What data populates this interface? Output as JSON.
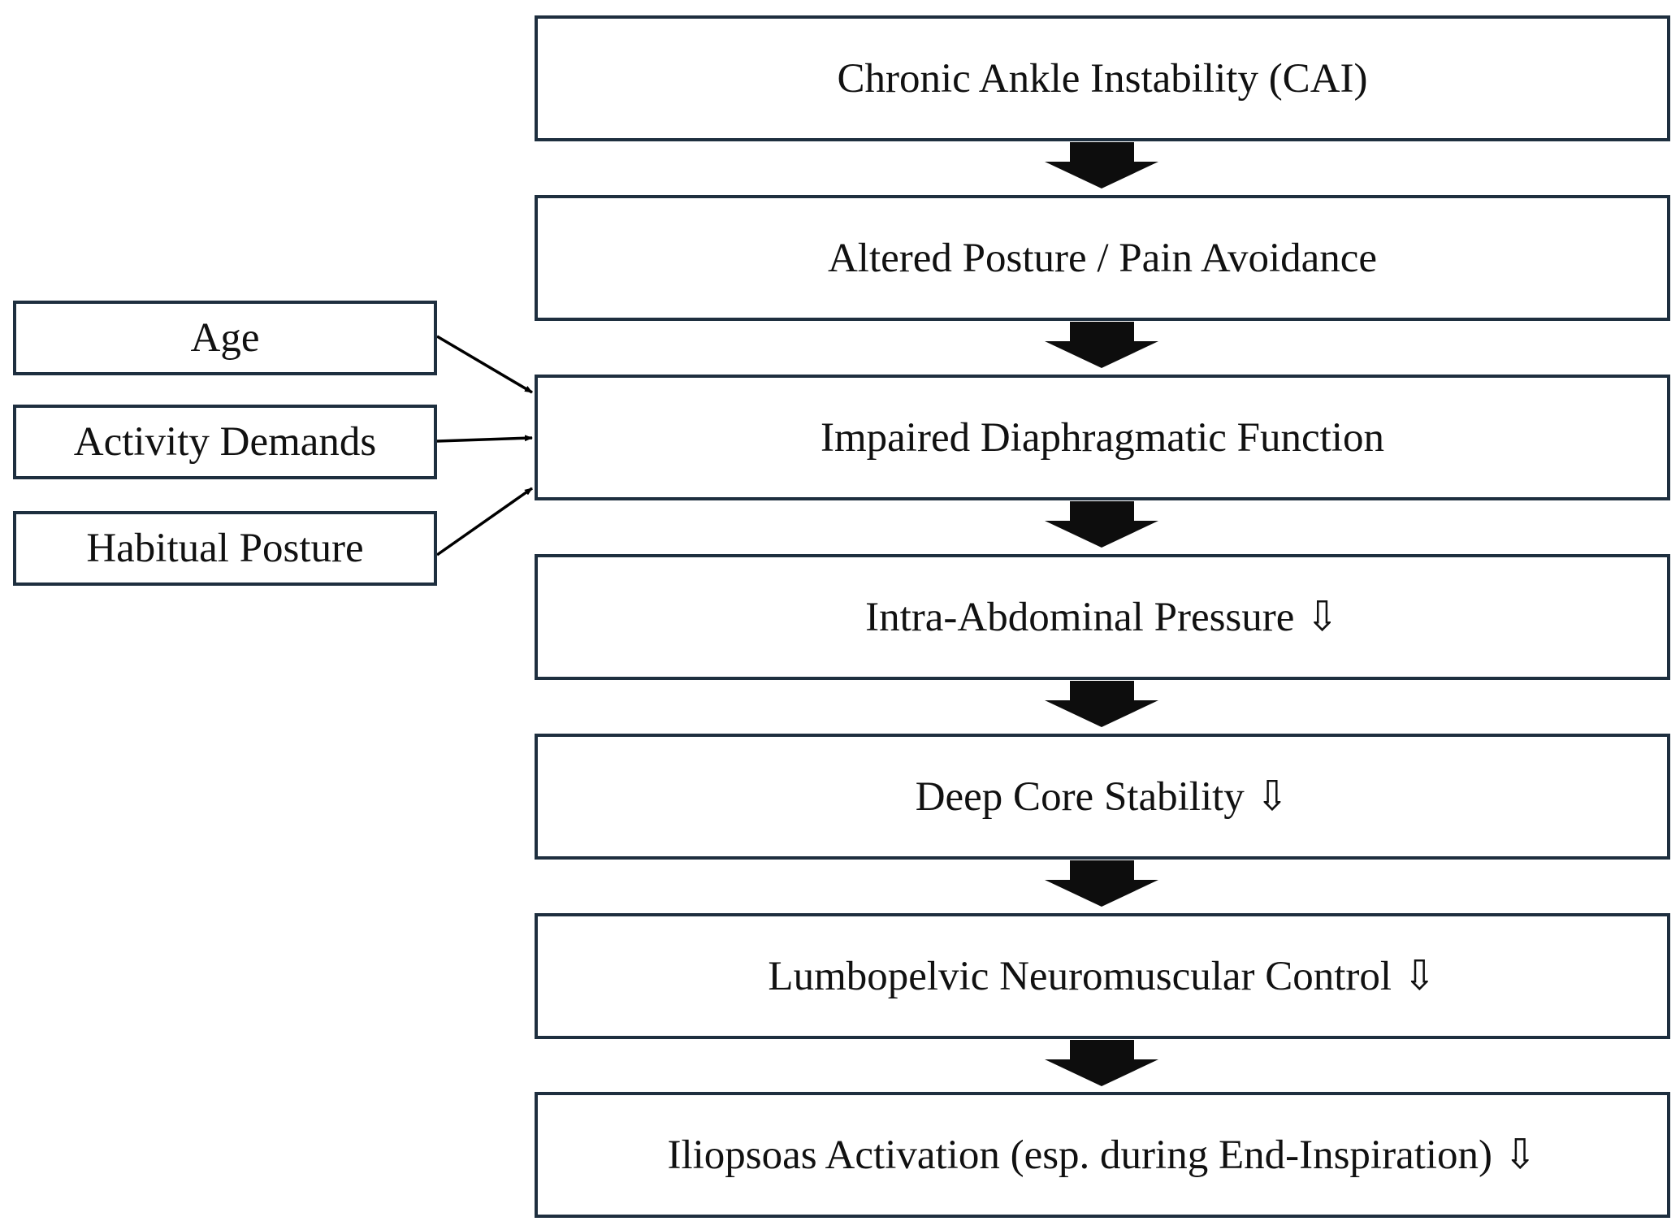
{
  "diagram": {
    "main_flow": [
      "Chronic Ankle Instability (CAI)",
      "Altered Posture / Pain Avoidance",
      "Impaired Diaphragmatic Function",
      "Intra-Abdominal Pressure ⇩",
      "Deep Core Stability ⇩",
      "Lumbopelvic Neuromuscular Control ⇩",
      "Iliopsoas Activation (esp. during End-Inspiration) ⇩"
    ],
    "contributing_factors": [
      "Age",
      "Activity Demands",
      "Habitual Posture"
    ],
    "factor_target": "Impaired Diaphragmatic Function",
    "colors": {
      "box_border": "#1e2f3f",
      "block_arrow": "#0d0d0d",
      "line_arrow": "#000000"
    }
  }
}
